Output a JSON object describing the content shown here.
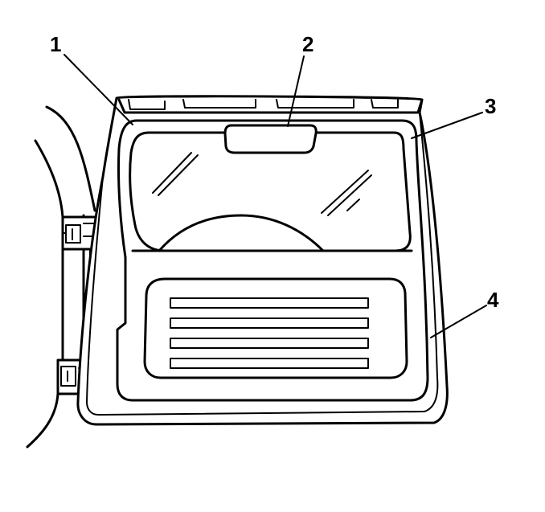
{
  "callouts": [
    {
      "id": "callout-1",
      "label": "1"
    },
    {
      "id": "callout-2",
      "label": "2"
    },
    {
      "id": "callout-3",
      "label": "3"
    },
    {
      "id": "callout-4",
      "label": "4"
    }
  ],
  "colors": {
    "stroke": "#000000",
    "background": "#ffffff"
  }
}
